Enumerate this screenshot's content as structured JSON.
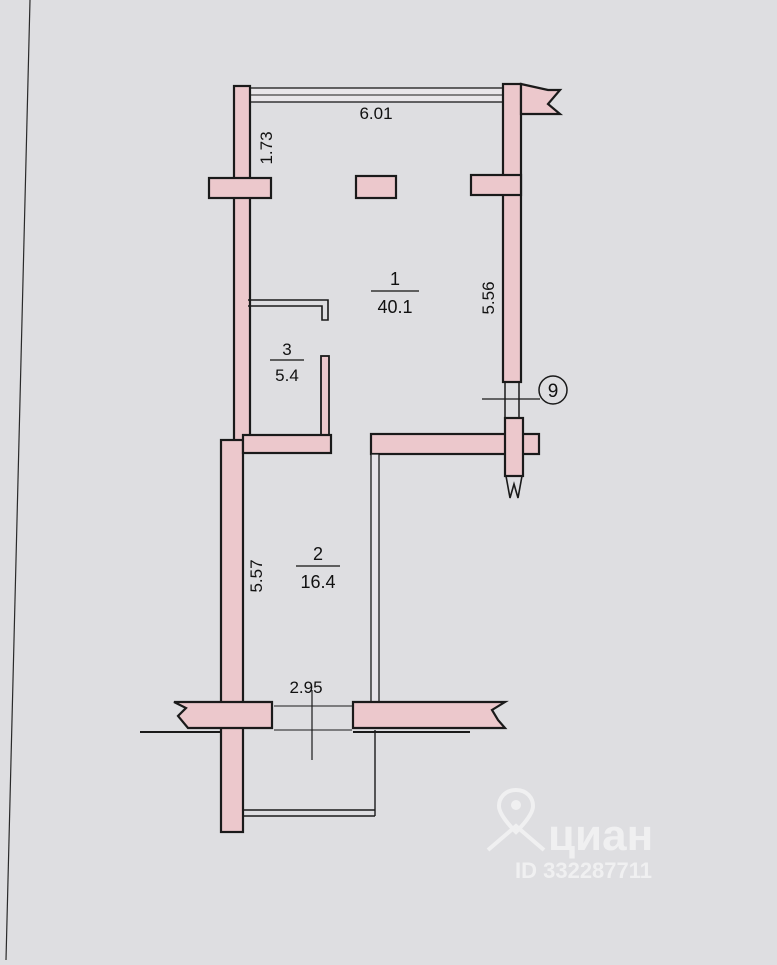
{
  "plan": {
    "dimensions": {
      "top_width": "6.01",
      "top_left": "1.73",
      "right_side": "5.56",
      "left_lower": "5.57",
      "bottom_opening": "2.95"
    },
    "rooms": [
      {
        "number": "1",
        "area": "40.1"
      },
      {
        "number": "2",
        "area": "16.4"
      },
      {
        "number": "3",
        "area": "5.4"
      }
    ],
    "axis_marker": "9"
  },
  "watermark": {
    "brand": "циан",
    "id_text": "ID 332287711"
  }
}
